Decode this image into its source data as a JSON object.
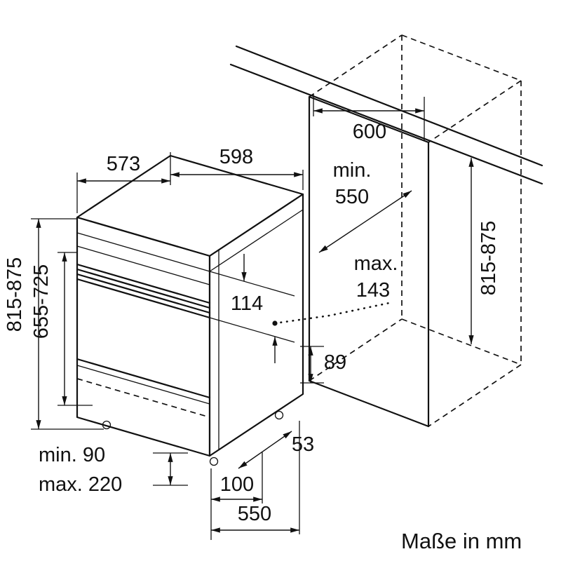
{
  "diagram": {
    "caption": "Maße in mm",
    "dimensions": {
      "appliance_depth": "573",
      "appliance_width": "598",
      "niche_width": "600",
      "niche_depth_prefix": "min.",
      "niche_depth": "550",
      "appliance_height": "815-875",
      "front_panel_height": "655-725",
      "niche_height": "815-875",
      "control_panel_height": "114",
      "door_clearance_prefix": "max.",
      "door_clearance": "143",
      "rear_base_height": "89",
      "foot_inset": "53",
      "plinth_recess_depth": "100",
      "base_depth": "550",
      "plinth_height_min": "min. 90",
      "plinth_height_max": "max. 220"
    }
  }
}
